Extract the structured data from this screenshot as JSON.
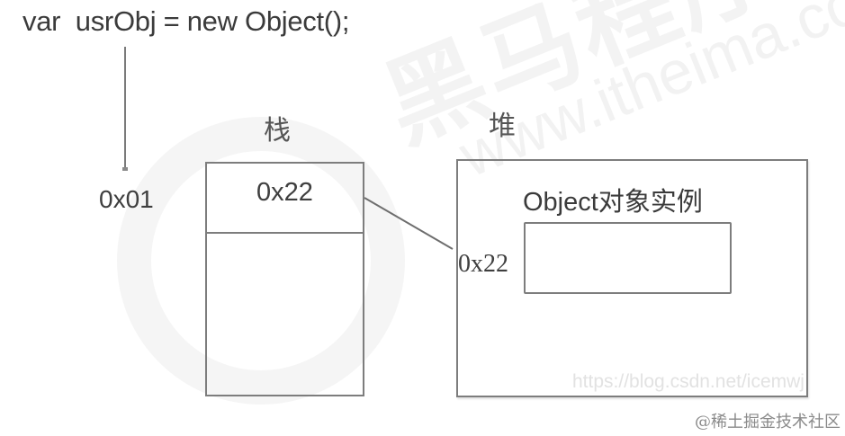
{
  "diagram": {
    "code_line": "var  usrObj = new Object();",
    "variable_address": "0x01",
    "stack": {
      "title": "栈",
      "cell_value": "0x22"
    },
    "heap": {
      "title": "堆",
      "object_label": "Object对象实例",
      "object_address": "0x22"
    },
    "colors": {
      "line": "#7d7d7d",
      "text": "#3b3b3b",
      "background": "#ffffff"
    }
  },
  "watermarks": {
    "background_brand": "黑马程序员",
    "background_url": "www.itheima.com",
    "csdn_url": "https://blog.csdn.net/icemwj",
    "juejin": "@稀土掘金技术社区"
  }
}
